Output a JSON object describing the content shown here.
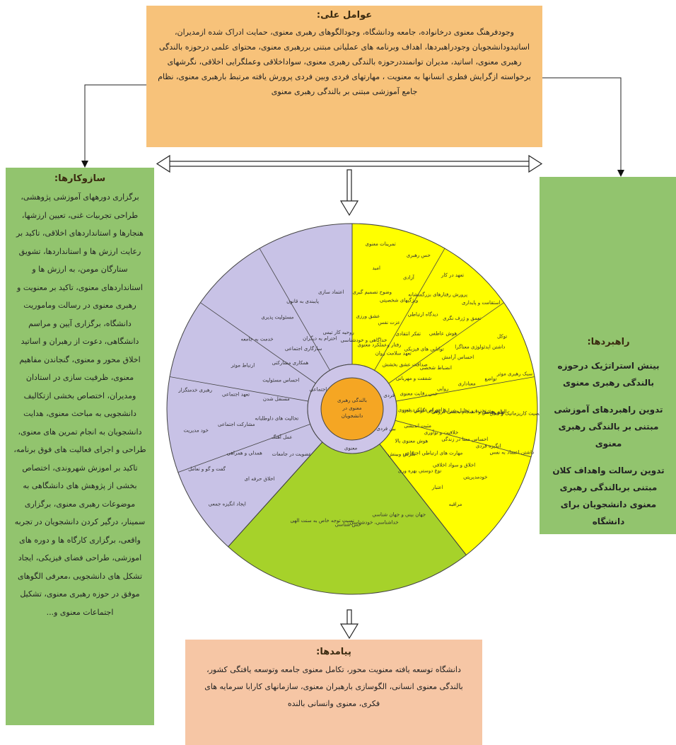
{
  "scientific_factors": {
    "title": "عوامل علی:",
    "body": "وجودفرهنگ معنوی درخانواده، جامعه ودانشگاه، وجودالگوهای رهبری معنوی، حمایت ادراک شده ازمدیران، اساتیدودانشجویان وجودراهبردها، اهداف وبرنامه های عملیاتی مبتنی بررهبری معنوی، محتوای علمی درحوزه بالندگی رهبری معنوی، اساتید، مدیران توانمنددرحوزه بالندگی رهبری معنوی، سواداخلاقی وعملگرایی اخلاقی، نگرشهای برخواسته ازگرایش فطری انسانها به معنویت ، مهارتهای فردی وبین فردی پرورش یافته مرتبط بارهبری معنوی، نظام جامع آموزشی مبتنی بر بالندگی رهبری معنوی"
  },
  "mechanisms": {
    "title": "سازوکارها:",
    "body": "برگزاری دورههای آموزشی پژوهشی، طراحی تجربیات غنی، تعیین ارزشها، هنجارها و استانداردهای اخلاقی، تاکید بر رعایت ارزش ها و استانداردها، تشویق ستارگان مومن، به ارزش ها و استانداردهای معنوی، تاکید بر معنویت و رهبری معنوی در رسالت وماموریت دانشگاه، برگزاری آیین و مراسم دانشگاهی، دعوت از رهبران و اساتید اخلاق محور و معنوی، گنجاندن مفاهیم معنوی، ظرفیت سازی در استادان ومدیران، اختصاص بخشی ازتکالیف دانشجویی به مباحث معنوی، هدایت دانشجویان به انجام تمرین های معنوی، طراحی و اجرای فعالیت های فوق برنامه، تاکید بر اموزش شهروندی، اختصاص بخشی از پژوهش های دانشگاهی به موضوعات رهبری معنوی، برگزاری سمینار، درگیر کردن دانشجویان در تجربه واقعی، برگزاری کارگاه ها و دوره های اموزشی، طراحی فضای فیزیکی، ایجاد تشکل های دانشجویی ،معرفی الگوهای موفق در حوزه رهبری معنوی، تشکیل اجتماعات معنوی و..."
  },
  "strategies": {
    "title": "راهبردها:",
    "items": [
      "بینش استراتژیک درحوزه بالندگی رهبری معنوی",
      "تدوین راهبردهای آموزشی مبتنی بر بالندگی رهبری معنوی",
      "تدوین رسالت واهداف کلان مبتنی بربالندگی رهبری معنوی دانشجویان برای دانشگاه"
    ]
  },
  "outcomes": {
    "title": "پیامدها:",
    "body": "دانشگاه توسعه یافته معنویت محور، تکامل معنوی جامعه وتوسعه یافتگی کشور، بالندگی معنوی انسانی، الگوسازی بارهبران معنوی، سازمانهای کارابا سرمایه های فکری، معنوی وانسانی بالنده"
  },
  "wheel": {
    "center_label": "بالندگی رهبری معنوی در دانشجویان",
    "inner_labels": [
      "فردی",
      "بین فردی",
      "معنوی",
      "اجتماعی"
    ],
    "yellow_items": [
      "خداگاهی و خودشناسی",
      "رفتار وعملکرد معنوی",
      "تعهد سلامت روان",
      "صداقت عشق بخشش",
      "شفقت و مهربانی",
      "حس رقابت معنوی",
      "احترام عملکرد معنوی",
      "مثبت اندیشی",
      "هوش معنوی بالا",
      "نگرش وبینش",
      "عشق ورزی",
      "عزت نفس",
      "تفکر انتقادی",
      "توانایی های فیزیکی",
      "انضباط شخصی",
      "روایی",
      "تجزیه و تحلیل شرایط بحرانی گوش دادن",
      "خلاقیت و نوآوری",
      "مهارت های ارتباطی اجتماعی",
      "نوع دوستی بهره وری",
      "وضوح تصمیم گیری",
      "ویژگیهای شخصیتی",
      "دیدگاه ارتباطی",
      "هوش عاطفی",
      "احساس آرامش",
      "معناداری",
      "الهام بخشی و انسجام بخشی گروهی",
      "احساس معنا در زندگی",
      "اخلاق و سواد اخلاقی",
      "اعتبار",
      "امید",
      "آزادی",
      "پرورش رفتارهای بزرگمنشانه",
      "تعمق و ژرف نگری",
      "داشتن ایدئولوژی معناگرا",
      "تواضع",
      "علم وهانش",
      "انگیزه فردی",
      "خودمدیریتی",
      "مراقبه",
      "تمرینات معنوی",
      "حس رهبری",
      "تعهد در کار",
      "استقامت و پایداری",
      "توکل",
      "سبک رهبری موثر",
      "شخصیت کاریزماتیک و فعال",
      "داشتن اعتماد به نفس"
    ],
    "green_items": [
      "جهان بینی و جهان شناسی",
      "خداشناسی، خودشناسی",
      "حس شناسی",
      "نسبت توجه خاص به سنت الهی"
    ],
    "purple_items": [
      "عضویت در جامعات",
      "عمل آهنگ",
      "تحالیت های داوطلبانه",
      "مستقل شدن",
      "احساس مسئولیت",
      "همکاری مشارکتی",
      "سازگاری اجتماعی",
      "احترام به دیگران",
      "روحیه کار تیمی",
      "اخلاق حرفه ای",
      "همدلی و همراهی",
      "مشارکت اجتماعی",
      "تعهد اجتماعی",
      "ارتباط موثر",
      "خدمت به جامعه",
      "مسئولیت پذیری",
      "پایبندی به قانون",
      "اعتماد سازی",
      "ایجاد انگیزه جمعی",
      "گفت و گو و تعامل",
      "خود مدیریت",
      "رهبری خدمتگزار"
    ]
  }
}
